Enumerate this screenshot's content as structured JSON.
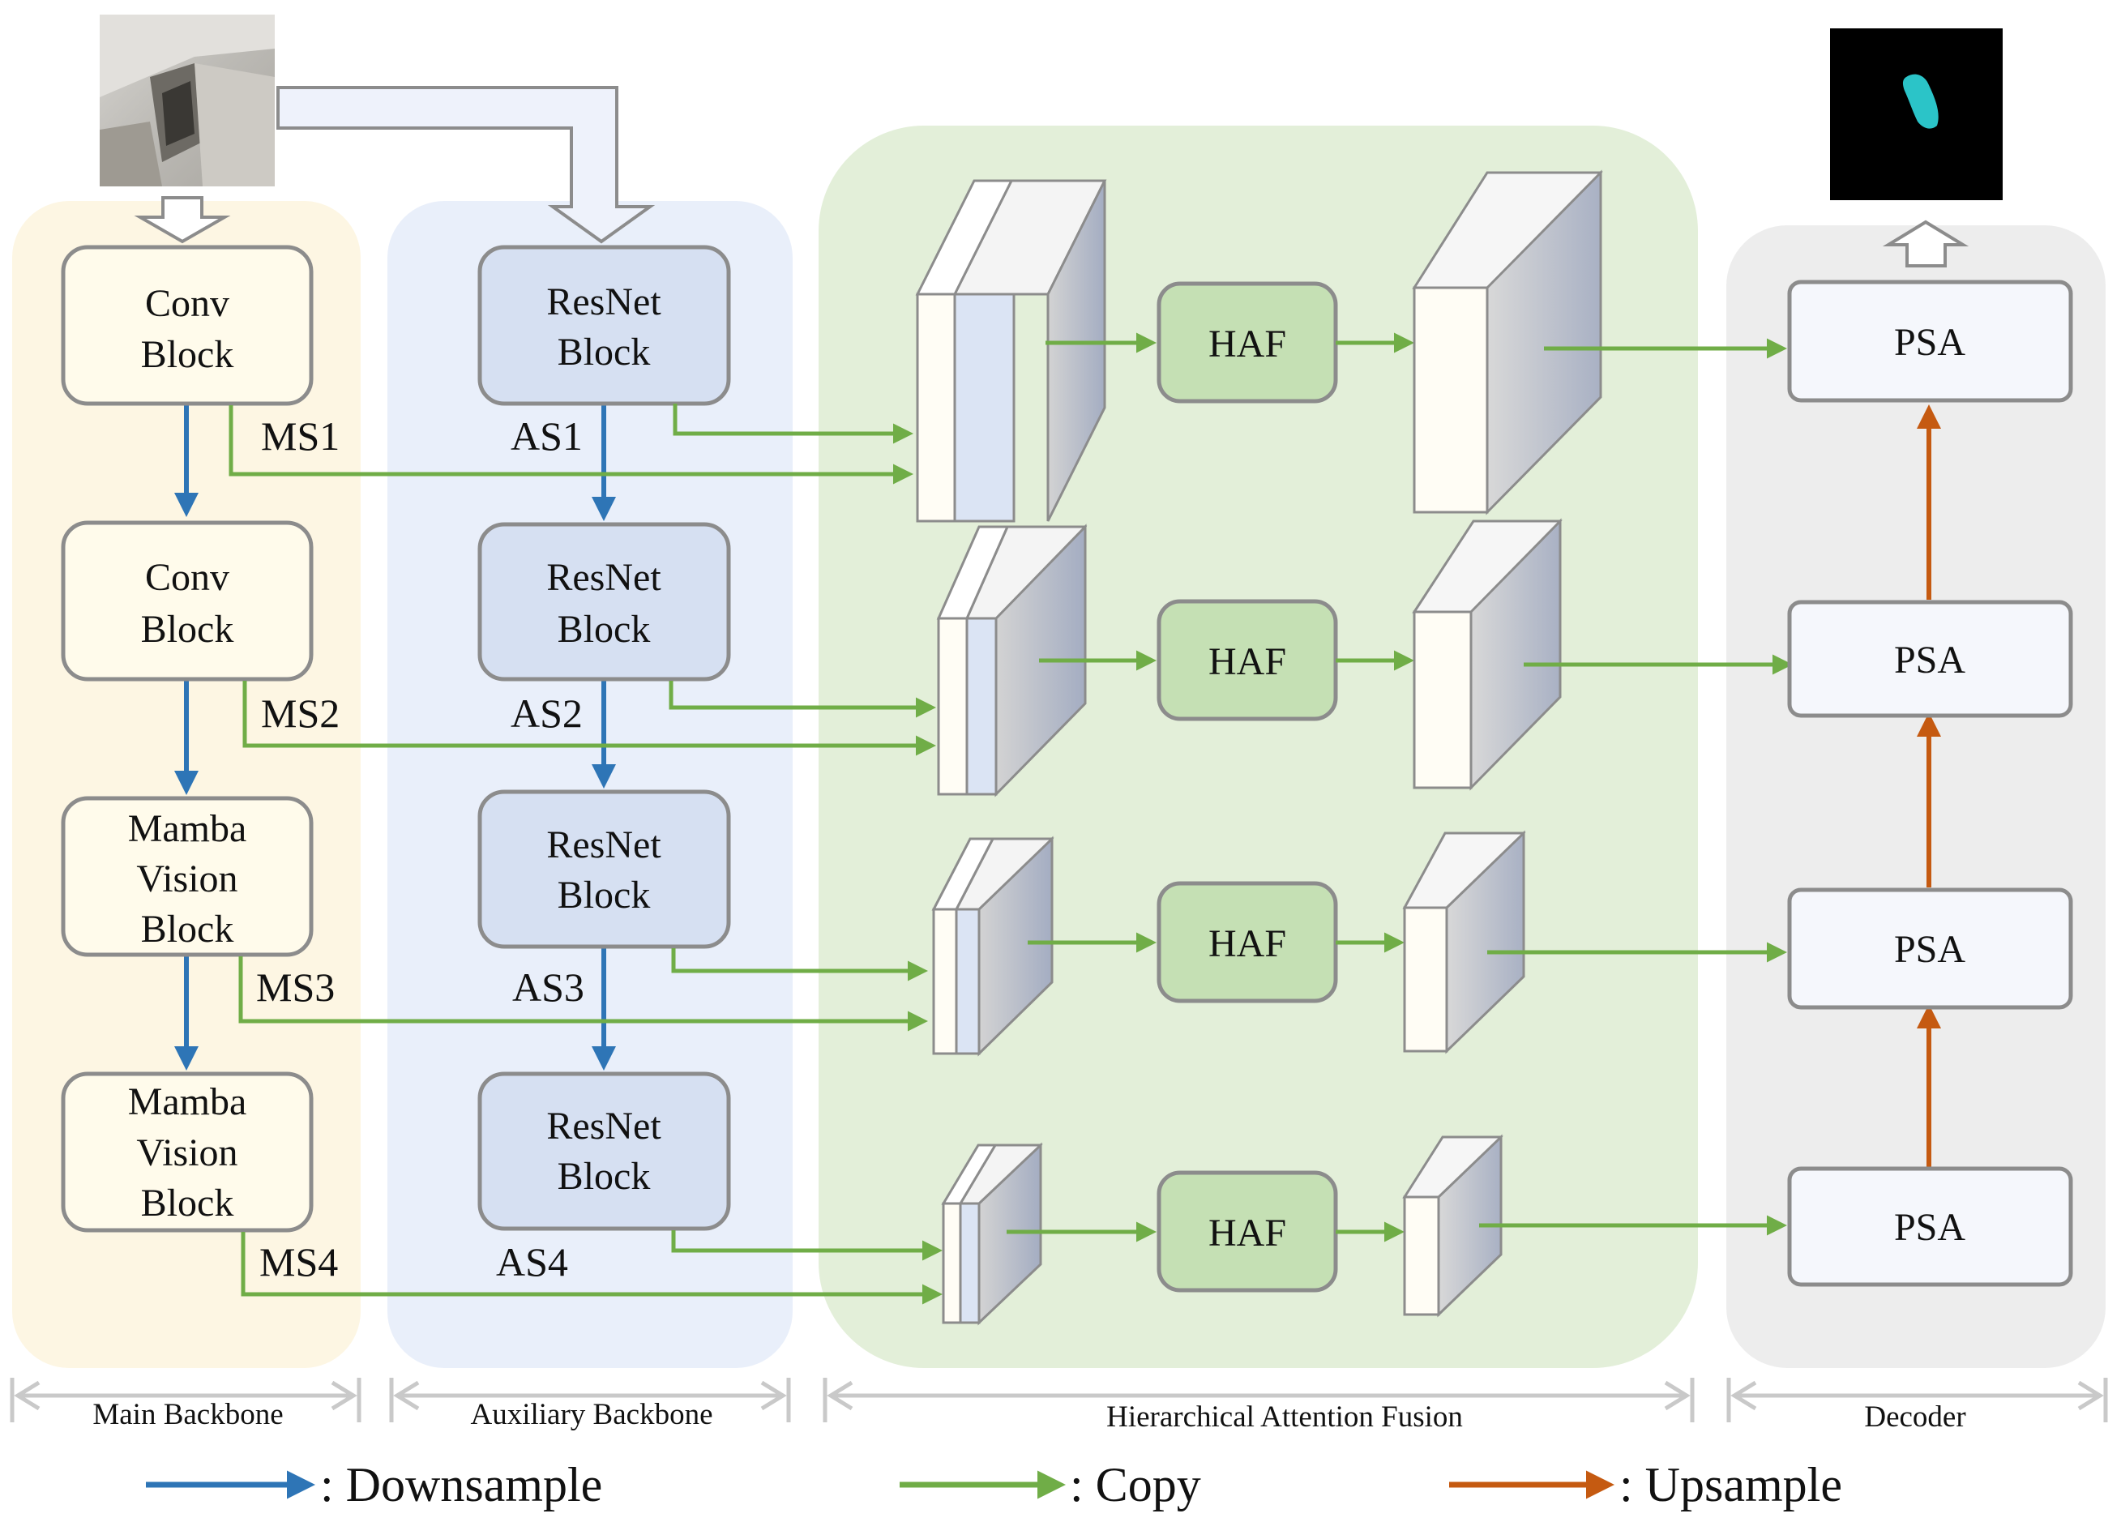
{
  "sections": {
    "main_backbone": "Main Backbone",
    "auxiliary_backbone": "Auxiliary Backbone",
    "haf_section": "Hierarchical Attention Fusion",
    "decoder": "Decoder"
  },
  "main_blocks": [
    {
      "lines": [
        "Conv",
        "Block"
      ]
    },
    {
      "lines": [
        "Conv",
        "Block"
      ]
    },
    {
      "lines": [
        "Mamba",
        "Vision",
        "Block"
      ]
    },
    {
      "lines": [
        "Mamba",
        "Vision",
        "Block"
      ]
    }
  ],
  "aux_blocks": [
    {
      "lines": [
        "ResNet",
        "Block"
      ]
    },
    {
      "lines": [
        "ResNet",
        "Block"
      ]
    },
    {
      "lines": [
        "ResNet",
        "Block"
      ]
    },
    {
      "lines": [
        "ResNet",
        "Block"
      ]
    }
  ],
  "main_stage_labels": [
    "MS1",
    "MS2",
    "MS3",
    "MS4"
  ],
  "aux_stage_labels": [
    "AS1",
    "AS2",
    "AS3",
    "AS4"
  ],
  "haf_label": "HAF",
  "psa_label": "PSA",
  "legend": {
    "downsample": ": Downsample",
    "copy": ": Copy",
    "upsample": ": Upsample"
  },
  "colors": {
    "downsample": "#2e75b6",
    "copy": "#70ad47",
    "upsample": "#c55a11",
    "main_panel": "#fdf6e3",
    "aux_panel": "#e9effa",
    "haf_panel": "#e3efd9",
    "decoder_panel": "#ededed",
    "haf_box": "#c5e0b4",
    "segmentation_fill": "#2bc4c8"
  },
  "icons": {
    "input_image": "input-photo-icon",
    "output_mask": "segmentation-mask-icon"
  }
}
